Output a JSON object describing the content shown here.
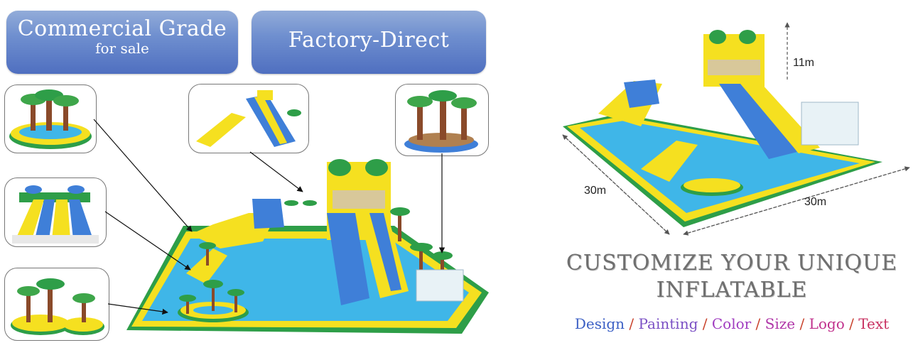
{
  "badges": {
    "commercial": {
      "title": "Commercial Grade",
      "subtitle": "for sale"
    },
    "factory": {
      "title": "Factory-Direct"
    }
  },
  "dimensions": {
    "height": "11m",
    "width_left": "30m",
    "width_right": "30m"
  },
  "headline": {
    "line1": "CUSTOMIZE YOUR UNIQUE",
    "line2": "INFLATABLE"
  },
  "options": [
    {
      "label": "Design",
      "color": "#3b5fc4"
    },
    {
      "label": "Painting",
      "color": "#7a4fc4"
    },
    {
      "label": "Color",
      "color": "#a03cc0"
    },
    {
      "label": "Size",
      "color": "#b036a8"
    },
    {
      "label": "Logo",
      "color": "#c0308c"
    },
    {
      "label": "Text",
      "color": "#c83060"
    }
  ],
  "separator": " / ",
  "separator_color": "#c8402a",
  "colors": {
    "badge": "#5f7fc8",
    "water": "#3fb6e8",
    "inflatable_yellow": "#f5e020",
    "inflatable_green": "#2e9e48"
  }
}
